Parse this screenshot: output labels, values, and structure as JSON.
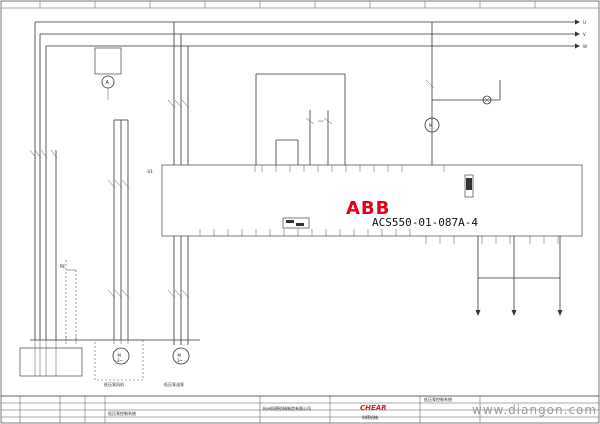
{
  "drive": {
    "brand": "ABB",
    "model": "ACS550-01-087A-4"
  },
  "labels": {
    "pe_mark": "PE",
    "motor_mark": "M",
    "motor_phase": "3~",
    "ammeter": "A",
    "drive_tag": "-U1"
  },
  "bus_ends": [
    "U",
    "V",
    "W"
  ],
  "motor_captions": [
    "低压泵风机",
    "低压泵油泵"
  ],
  "title_block": {
    "company": "杭州科德机械制造有限公司",
    "drawing_name": "低压泵控制系统",
    "logo": "CHEAR",
    "logo_sub": "科德机械"
  },
  "watermark": "www.diangon.com"
}
